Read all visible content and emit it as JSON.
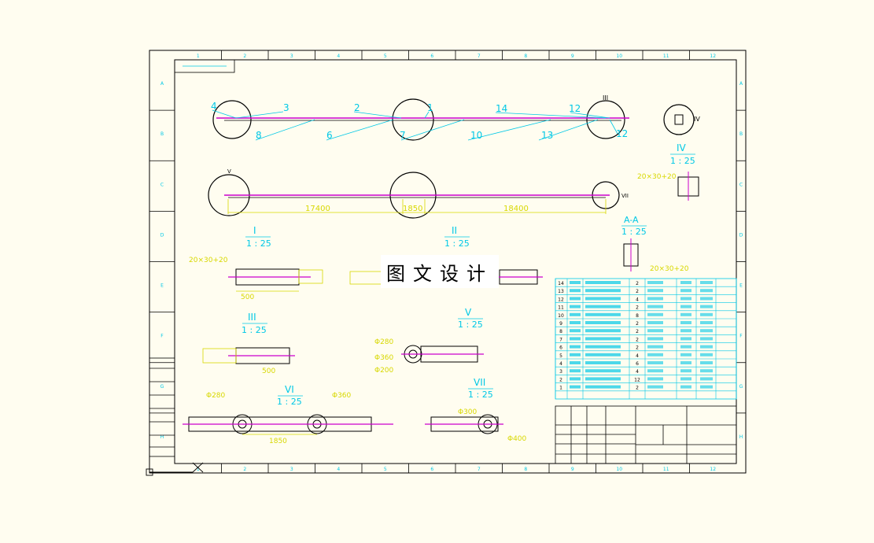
{
  "watermark": "图文设计",
  "col_marks": [
    "1",
    "2",
    "3",
    "4",
    "5",
    "6",
    "7",
    "8",
    "9",
    "10",
    "11",
    "12"
  ],
  "row_marks": [
    "A",
    "B",
    "C",
    "D",
    "E",
    "F",
    "G",
    "H"
  ],
  "balloons": [
    "4",
    "3",
    "2",
    "1",
    "14",
    "12",
    "III",
    "IV",
    "8",
    "6",
    "7",
    "10",
    "13",
    "12"
  ],
  "views": {
    "I": {
      "label": "I",
      "scale": "1 : 25"
    },
    "II": {
      "label": "II",
      "scale": "1 : 25"
    },
    "III": {
      "label": "III",
      "scale": "1 : 25"
    },
    "IV": {
      "label": "IV",
      "scale": "1 : 25"
    },
    "V": {
      "label": "V",
      "scale": "1 : 25"
    },
    "VI": {
      "label": "VI",
      "scale": "1 : 25"
    },
    "VII": {
      "label": "VII",
      "scale": "1 : 25"
    },
    "AA": {
      "label": "A-A",
      "scale": "1 : 25"
    }
  },
  "dims": {
    "d17400": "17400",
    "d18400": "18400",
    "d1850": "1850",
    "d280": "Φ280",
    "d300": "Φ300",
    "d360": "Φ360",
    "d400": "Φ400",
    "d200": "Φ200",
    "d500": "500",
    "d20x30": "20×30+20"
  },
  "bom_rows": [
    [
      "14",
      "",
      "",
      "2",
      "",
      "",
      "",
      ""
    ],
    [
      "13",
      "",
      "",
      "2",
      "",
      "",
      "",
      ""
    ],
    [
      "12",
      "",
      "",
      "4",
      "",
      "",
      "",
      ""
    ],
    [
      "11",
      "",
      "",
      "2",
      "",
      "",
      "",
      ""
    ],
    [
      "10",
      "",
      "",
      "8",
      "",
      "",
      "",
      ""
    ],
    [
      "9",
      "",
      "",
      "2",
      "",
      "",
      "",
      ""
    ],
    [
      "8",
      "",
      "",
      "2",
      "",
      "",
      "",
      ""
    ],
    [
      "7",
      "",
      "",
      "2",
      "",
      "",
      "",
      ""
    ],
    [
      "6",
      "",
      "",
      "2",
      "",
      "",
      "",
      ""
    ],
    [
      "5",
      "",
      "",
      "4",
      "",
      "",
      "",
      ""
    ],
    [
      "4",
      "",
      "",
      "6",
      "",
      "",
      "",
      ""
    ],
    [
      "3",
      "",
      "",
      "4",
      "",
      "",
      "",
      ""
    ],
    [
      "2",
      "",
      "",
      "12",
      "",
      "",
      "",
      ""
    ],
    [
      "1",
      "",
      "",
      "2",
      "",
      "",
      "",
      ""
    ]
  ],
  "colors": {
    "border": "#000000",
    "cyan": "#00c8e6",
    "yellow": "#d8d800",
    "magenta": "#cc00cc",
    "paper": "#fffdf0"
  }
}
